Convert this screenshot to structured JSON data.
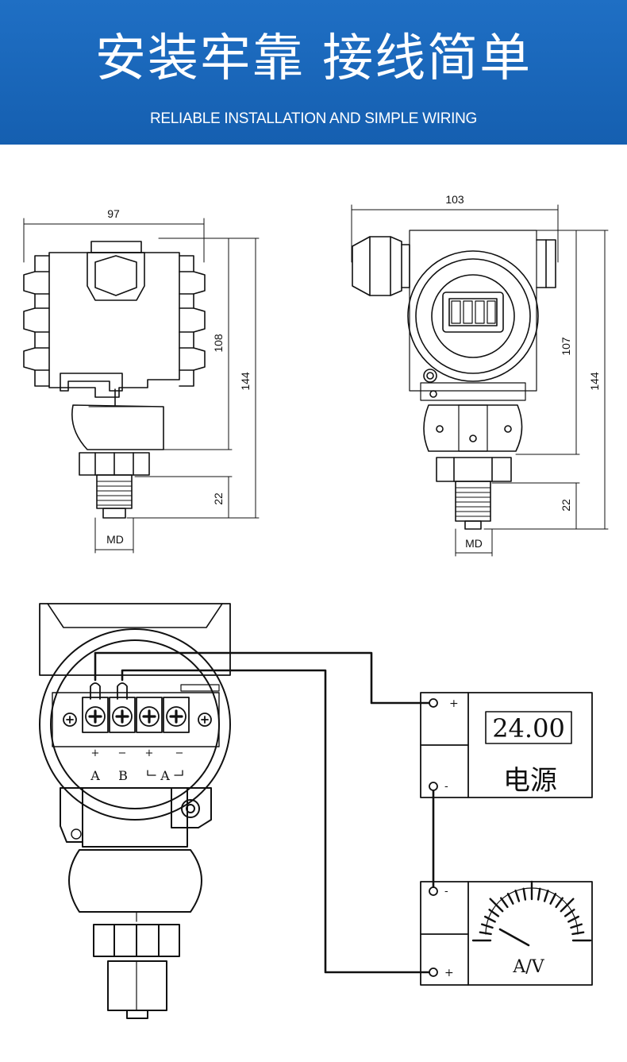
{
  "header": {
    "title": "安装牢靠 接线简单",
    "subtitle": "RELIABLE INSTALLATION AND SIMPLE WIRING"
  },
  "side_view": {
    "width_dim": "97",
    "body_height_dim": "108",
    "total_height_dim": "144",
    "thread_dim": "22",
    "thread_label": "MD"
  },
  "front_view": {
    "width_dim": "103",
    "body_height_dim": "107",
    "total_height_dim": "144",
    "thread_dim": "22",
    "thread_label": "MD"
  },
  "wiring": {
    "terminals": [
      "A",
      "B",
      "A"
    ],
    "terminal_signs": [
      "+",
      "−",
      "+",
      "−"
    ],
    "power_supply": {
      "display": "24.00",
      "label": "电源",
      "plus": "+",
      "minus": "-"
    },
    "meter": {
      "label": "A/V",
      "minus": "-",
      "plus": "+"
    }
  },
  "colors": {
    "banner": "#1a66bb",
    "line": "#111111"
  }
}
